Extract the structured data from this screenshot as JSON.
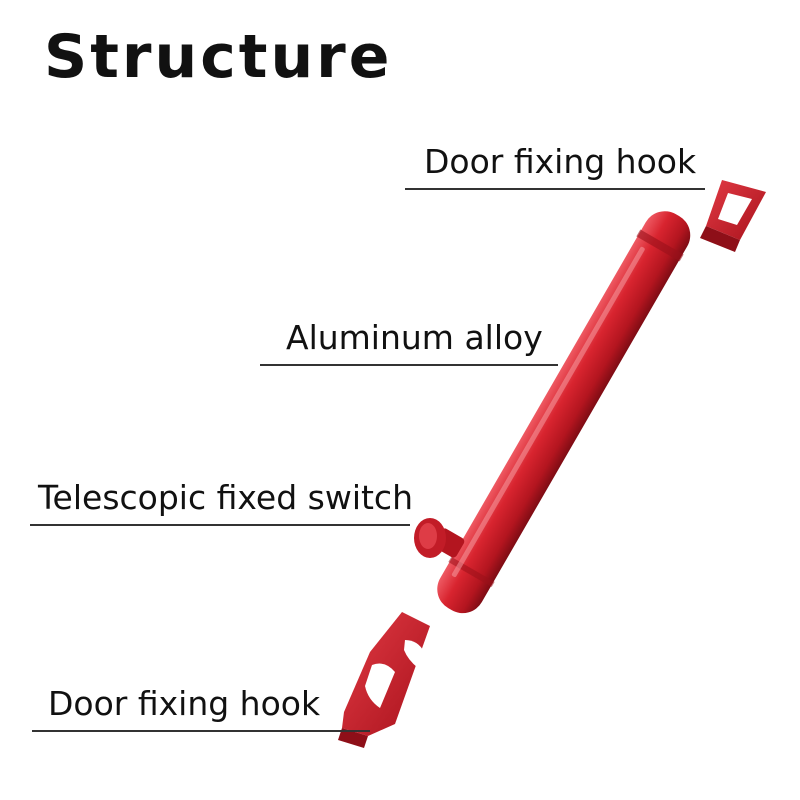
{
  "title": "Structure",
  "labels": {
    "top_hook": "Door fixing hook",
    "body": "Aluminum alloy",
    "switch": "Telescopic fixed switch",
    "bottom_hook": "Door fixing hook"
  },
  "colors": {
    "product_red": "#cc1f2a",
    "product_dark": "#8e0f18",
    "product_light": "#ee5a63"
  }
}
